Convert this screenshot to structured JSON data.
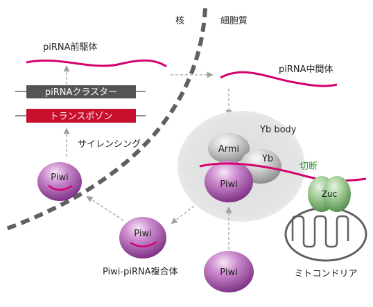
{
  "labels": {
    "nucleus": "核",
    "cytoplasm": "細胞質",
    "pirna_precursor": "piRNA前駆体",
    "pirna_cluster": "piRNAクラスター",
    "transposon": "トランスポゾン",
    "silencing": "サイレンシング",
    "pirna_intermediate": "piRNA中間体",
    "yb_body": "Yb body",
    "cleavage": "切断",
    "piwi_pirna_complex": "Piwi-piRNA複合体",
    "mitochondria": "ミトコンドリア"
  },
  "proteins": {
    "armi": "Armi",
    "yb": "Yb",
    "zuc": "Zuc",
    "piwi_nucleus": "Piwi",
    "piwi_ybbody": "Piwi",
    "piwi_complex": "Piwi",
    "piwi_new": "Piwi"
  },
  "colors": {
    "rna": "#d4006e",
    "cluster_bar": "#555555",
    "transposon_bar": "#c8102e",
    "membrane": "#606060",
    "cleavage_text": "#2e9a3a",
    "yb_body_fill": "#e6e6e6",
    "arrow": "#a0a0a0"
  }
}
